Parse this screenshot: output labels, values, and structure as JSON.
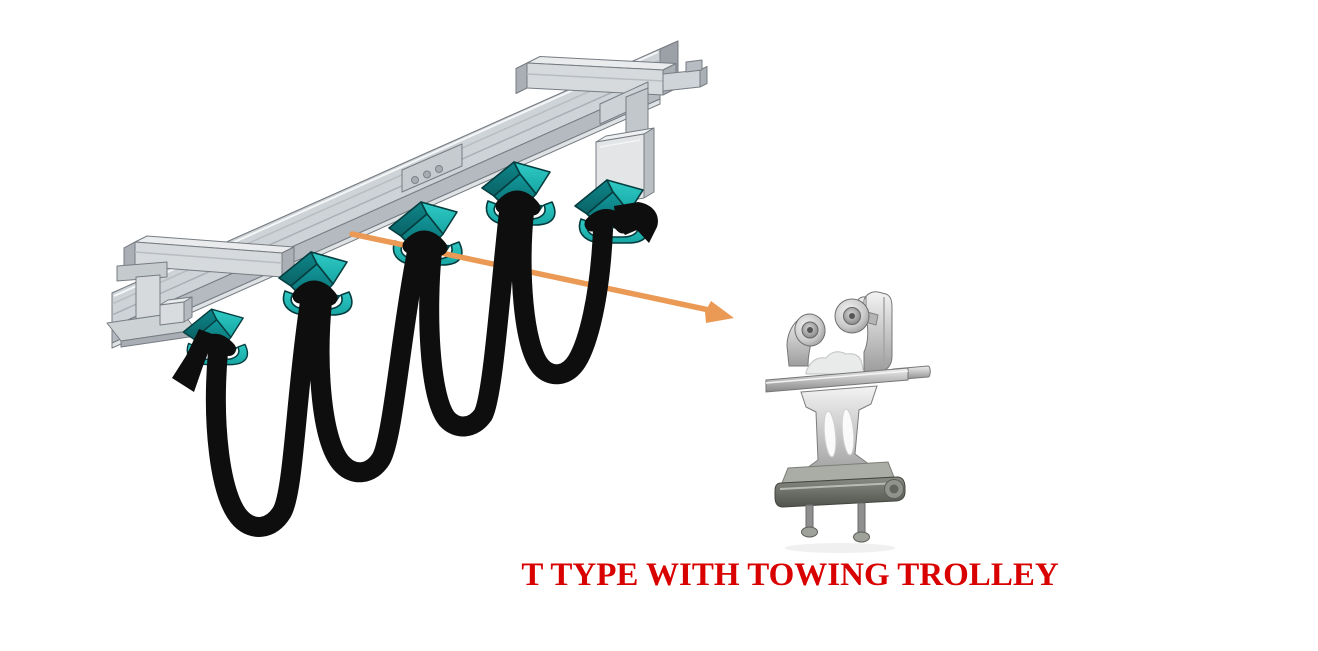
{
  "page": {
    "background_color": "#ffffff"
  },
  "illustration": {
    "name": "festoon-cable-system",
    "trolley_count": 5,
    "cable_loop_count": 4,
    "colors": {
      "beam_side": "#ced3d7",
      "beam_top": "#eaecee",
      "beam_rail": "#b4bac0",
      "beam_lip": "#dfe2e5",
      "beam_edge": "#767c82",
      "beam_end_cap": "#9ba1a7",
      "box_side": "#d6dadd",
      "box_top": "#e9ebed",
      "box_cap": "#a9afb4",
      "teal_light": "#2fcbc6",
      "teal_dark": "#0e868a",
      "teal_outline": "#053d3f",
      "cable_black": "#0e0e0e",
      "arrow_orange": "#eb9a55"
    }
  },
  "photo": {
    "name": "t-type-towing-trolley",
    "metal_light": "#f3f3f3",
    "metal_dark": "#9d9d9d",
    "clamp_dark": "#50534c"
  },
  "caption": {
    "text": "T TYPE WITH TOWING TROLLEY",
    "color": "#d90000"
  }
}
